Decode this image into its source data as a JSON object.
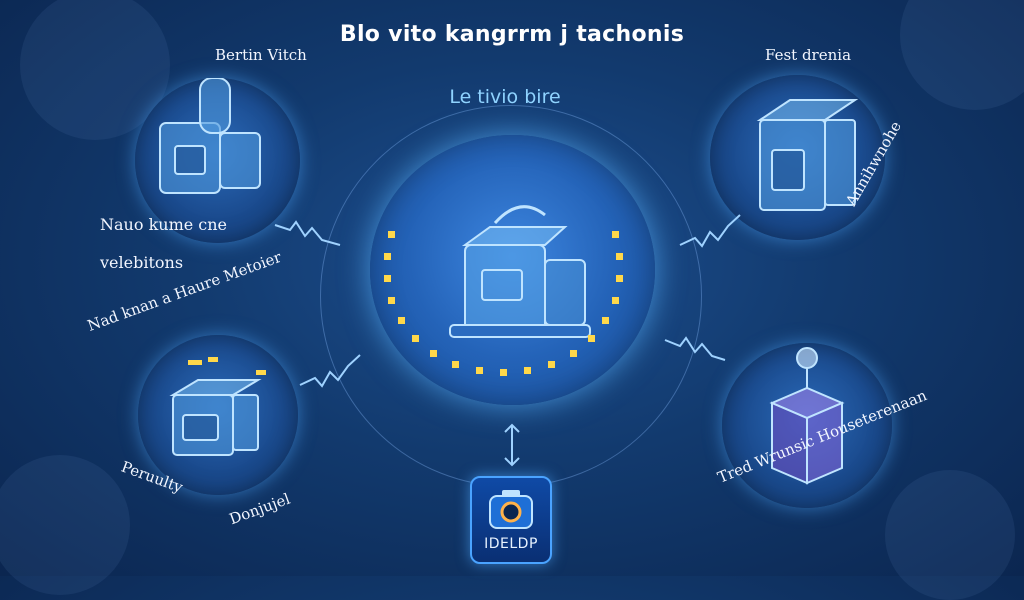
{
  "title": "Blo vito kangrrm j tachonis",
  "center": {
    "label": "Le tivio bire"
  },
  "nodes": {
    "top_left": {
      "label_top": "Bertin Vitch",
      "label_bottom": "Nauo kume cne velebitons"
    },
    "top_right": {
      "label_top": "Fest drenia",
      "label_side": "Annihwnohe"
    },
    "bottom_left": {
      "label_top": "Nad knan a Haure Metoier",
      "label_bottom_a": "Peruulty",
      "label_bottom_b": "Donjujel"
    },
    "bottom_right": {
      "label_bottom": "Tred Wrunsic Houseterenaan"
    }
  },
  "app": {
    "label": "IDELDP",
    "icon": "camera-app-icon"
  },
  "colors": {
    "background": "#123a6e",
    "accent": "#4aa3ff",
    "text": "#ffffff",
    "subtitle": "#8fd3ff"
  }
}
